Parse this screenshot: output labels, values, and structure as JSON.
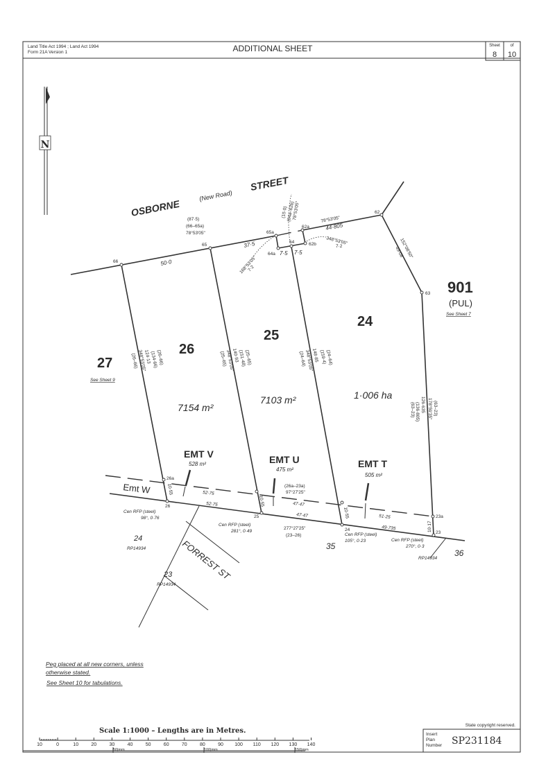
{
  "header": {
    "act": "Land Title Act 1994 ;  Land Act 1994",
    "form": "Form 21A Version 1",
    "title": "ADDITIONAL  SHEET",
    "sheet_label": "Sheet",
    "sheet": "8",
    "of_label": "of",
    "of": "10"
  },
  "north": "N",
  "street": {
    "name1": "OSBORNE",
    "name2": "STREET",
    "sub": "(New Road)"
  },
  "points": {
    "p66": "66",
    "p65": "65",
    "p65a": "65a",
    "p64a": "64a",
    "p64": "64",
    "p62a": "62a",
    "p62b": "62b",
    "p62": "62",
    "p63": "63",
    "p26a": "26a",
    "p26": "26",
    "p25": "25",
    "p24": "24",
    "p23a": "23a",
    "p23": "23"
  },
  "dims": {
    "d500": "50·0",
    "d375": "37·5",
    "d75a": "7·5",
    "d75b": "7·5",
    "d44805": "44·805",
    "brg_top": "78°53'05\"",
    "road1": "(87·5)",
    "road2": "(66–65a)",
    "road3": "78°53'05\"",
    "trunc1": "(15·0)",
    "trunc2": "(64a–62b)",
    "trunc3": "78°53'05\"",
    "left_b1": "168°53'05\"",
    "left_b2": "7·2",
    "right_b1": "348°53'05\"",
    "right_b2": "7·2",
    "side62": "152°08'50\"",
    "side62d": "49·08",
    "l27a": "348°53'05\"",
    "l27b": "(26–66)",
    "l27c": "124·13",
    "l27d": "(26–66)",
    "l27e": "(134·66)",
    "l26a": "348°53'05\"",
    "l26b": "(25–65)",
    "l26c": "140·93",
    "l26d": "(151·48)",
    "l26e": "(25–65)",
    "l25a": "348°53'05\"",
    "l25b": "(24–64)",
    "l25c": "148·85",
    "l25d": "(159·4)",
    "l25e": "(24–64)",
    "l24a": "126·635",
    "l24b": "(136·805)",
    "l24c": "(63–23)",
    "l24d": "178°59'35\"",
    "l24e": "(63–23)",
    "emt_top1": "52·75",
    "emt_bot1": "52·75",
    "emt_top2": "47·47",
    "emt_bot2": "47·47",
    "emt_top3": "51·25",
    "emt_bot3": "49·735",
    "w1": "10·55",
    "w2": "10·55",
    "w3": "10·55",
    "w4": "10·17",
    "emtline1": "(26a–23a)",
    "emtline2": "97°27'25\"",
    "bot1": "277°27'25\"",
    "bot2": "(23–26)"
  },
  "rfp": [
    {
      "l1": "Cen RFP (steel)",
      "l2": "98°, 0·76"
    },
    {
      "l1": "Cen RFP (steel)",
      "l2": "281°, 0·49"
    },
    {
      "l1": "Cen RFP (steel)",
      "l2": "105°, 0·23"
    },
    {
      "l1": "Cen RFP (steel)",
      "l2": "270°, 0·3"
    }
  ],
  "lots": {
    "l27": "27",
    "l27_ref": "See Sheet 9",
    "l26": "26",
    "l26_area": "7154 m²",
    "l25": "25",
    "l25_area": "7103 m²",
    "l24": "24",
    "l24_area": "1·006 ha",
    "l901": "901",
    "l901_sub": "(PUL)",
    "l901_ref": "See Sheet 7"
  },
  "easements": {
    "v": "EMT V",
    "v_area": "528 m²",
    "u": "EMT U",
    "u_area": "475 m²",
    "t": "EMT T",
    "t_area": "505 m²",
    "w": "Emt W"
  },
  "adjacent": {
    "a24": "24",
    "a24rp": "RP14934",
    "a23": "23",
    "a23rp": "RP14934",
    "forrest": "FORREST ST",
    "a35": "35",
    "a36": "36",
    "a36rp": "RP14934"
  },
  "notes": [
    "Peg placed at all new corners, unless",
    "otherwise stated.",
    "See Sheet 10 for tabulations."
  ],
  "scale": {
    "title": "Scale 1:1000 – Lengths are in Metres.",
    "ticks": [
      "10",
      "0",
      "10",
      "20",
      "30",
      "40",
      "50",
      "60",
      "70",
      "80",
      "90",
      "100",
      "110",
      "120",
      "130",
      "140"
    ],
    "mm": [
      "50|mm",
      "100|mm",
      "150|mm"
    ]
  },
  "footer": {
    "copyright": "State copyright reserved.",
    "insert_label1": "Insert",
    "insert_label2": "Plan",
    "insert_label3": "Number",
    "plan_number": "SP231184"
  }
}
